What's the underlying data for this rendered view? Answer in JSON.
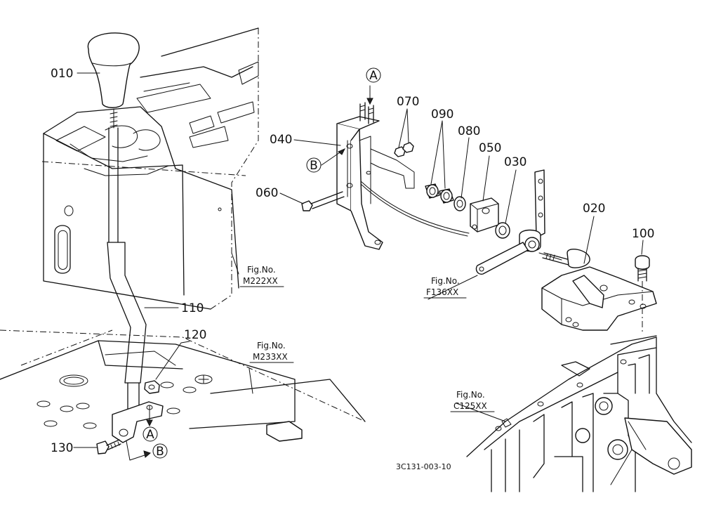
{
  "parts": [
    {
      "id": "part-010",
      "label": "010"
    },
    {
      "id": "part-020",
      "label": "020"
    },
    {
      "id": "part-030",
      "label": "030"
    },
    {
      "id": "part-040",
      "label": "040"
    },
    {
      "id": "part-050",
      "label": "050"
    },
    {
      "id": "part-060",
      "label": "060"
    },
    {
      "id": "part-070",
      "label": "070"
    },
    {
      "id": "part-080",
      "label": "080"
    },
    {
      "id": "part-090",
      "label": "090"
    },
    {
      "id": "part-100",
      "label": "100"
    },
    {
      "id": "part-110",
      "label": "110"
    },
    {
      "id": "part-120",
      "label": "120"
    },
    {
      "id": "part-130",
      "label": "130"
    }
  ],
  "markers": {
    "a": "A",
    "b": "B"
  },
  "references": [
    {
      "caption": "Fig.No.",
      "code": "M222XX"
    },
    {
      "caption": "Fig.No.",
      "code": "M233XX"
    },
    {
      "caption": "Fig.No.",
      "code": "F136XX"
    },
    {
      "caption": "Fig.No.",
      "code": "C125XX"
    }
  ],
  "drawing_code": "3C131-003-10"
}
